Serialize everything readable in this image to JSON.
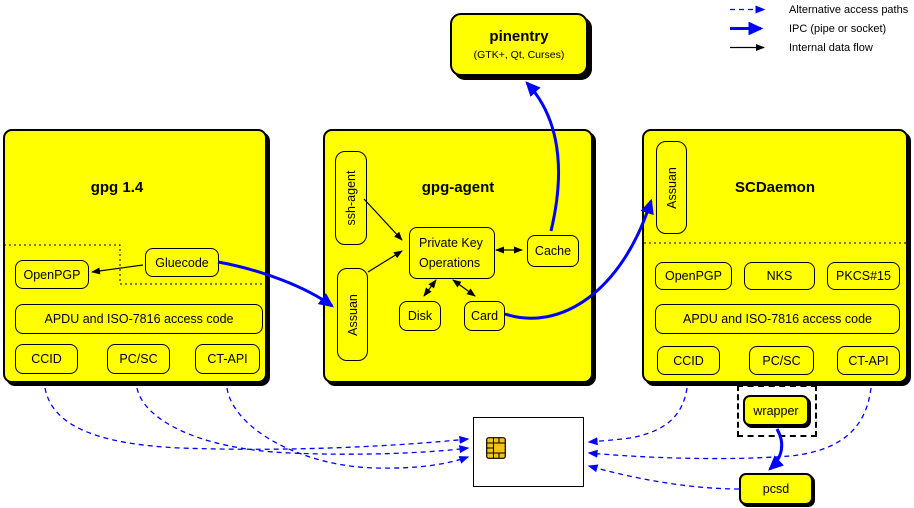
{
  "legend": {
    "alt_label": "Alternative access paths",
    "ipc_label": "IPC (pipe or socket)",
    "internal_label": "Internal data flow"
  },
  "pinentry": {
    "title": "pinentry",
    "subtitle": "(GTK+, Qt, Curses)"
  },
  "gpg14": {
    "title": "gpg 1.4",
    "openpgp": "OpenPGP",
    "gluecode": "Gluecode",
    "apdu": "APDU and ISO-7816 access code",
    "ccid": "CCID",
    "pcsc": "PC/SC",
    "ctapi": "CT-API"
  },
  "gpg_agent": {
    "title": "gpg-agent",
    "ssh_agent": "ssh-agent",
    "assuan": "Assuan",
    "pko": "Private Key Operations",
    "cache": "Cache",
    "disk": "Disk",
    "card": "Card"
  },
  "scdaemon": {
    "title": "SCDaemon",
    "assuan": "Assuan",
    "openpgp": "OpenPGP",
    "nks": "NKS",
    "pkcs15": "PKCS#15",
    "apdu": "APDU and ISO-7816 access code",
    "ccid": "CCID",
    "pcsc": "PC/SC",
    "ctapi": "CT-API"
  },
  "wrapper": {
    "label": "wrapper"
  },
  "pcsd": {
    "label": "pcsd"
  },
  "colors": {
    "box_fill": "#ffff00",
    "arrow_blue": "#0000ff",
    "internal_black": "#000000",
    "chip_gold": "#f2c218"
  }
}
